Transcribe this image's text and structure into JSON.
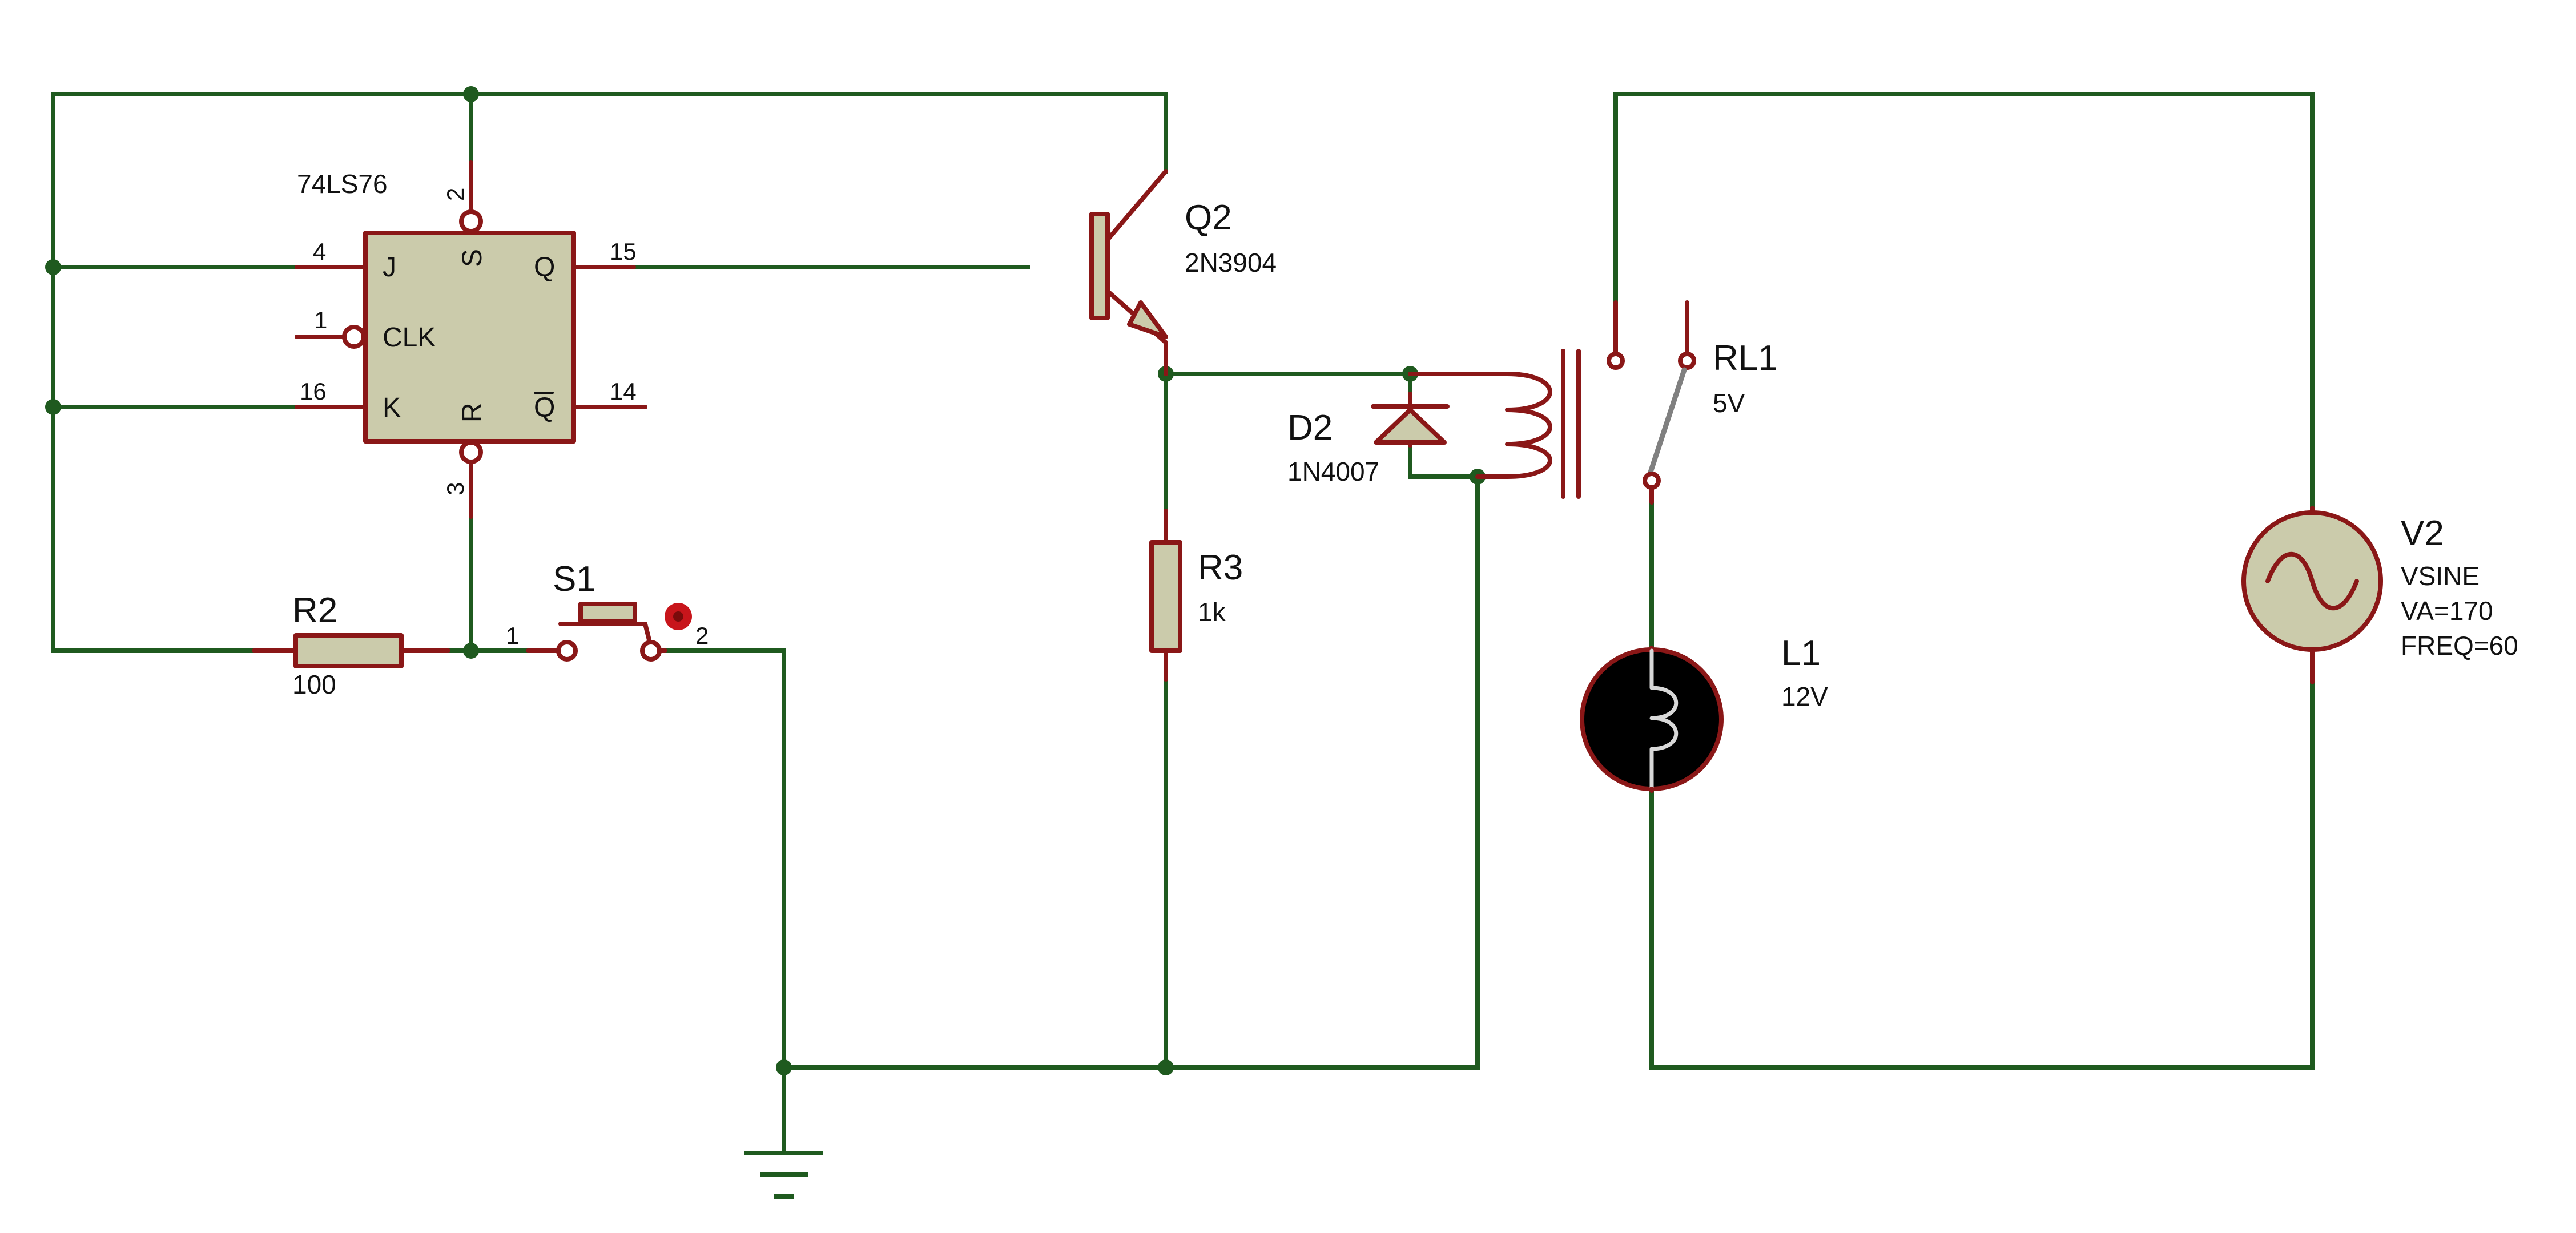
{
  "colors": {
    "wire": "#1f5a1f",
    "component_stroke": "#8a1717",
    "component_fill": "#cbcbab",
    "lamp_fill": "#000000",
    "relay_arm": "#808080"
  },
  "components": {
    "flipflop": {
      "part": "74LS76",
      "pins": {
        "J": "J",
        "CLK": "CLK",
        "K": "K",
        "S": "S",
        "R": "R",
        "Q": "Q",
        "QB": "Q"
      },
      "pin_numbers": {
        "J": "4",
        "CLK": "1",
        "K": "16",
        "S": "2",
        "R": "3",
        "Q": "15",
        "QB": "14"
      }
    },
    "q2": {
      "ref": "Q2",
      "value": "2N3904"
    },
    "d2": {
      "ref": "D2",
      "value": "1N4007"
    },
    "rl1": {
      "ref": "RL1",
      "value": "5V"
    },
    "r3": {
      "ref": "R3",
      "value": "1k"
    },
    "r2": {
      "ref": "R2",
      "value": "100"
    },
    "s1": {
      "ref": "S1",
      "pin1": "1",
      "pin2": "2"
    },
    "l1": {
      "ref": "L1",
      "value": "12V"
    },
    "v2": {
      "ref": "V2",
      "type": "VSINE",
      "va": "VA=170",
      "freq": "FREQ=60"
    }
  },
  "icons": [
    "ground-icon",
    "sine-wave-icon",
    "lamp-filament-icon",
    "relay-coil-icon",
    "diode-icon",
    "transistor-icon"
  ]
}
